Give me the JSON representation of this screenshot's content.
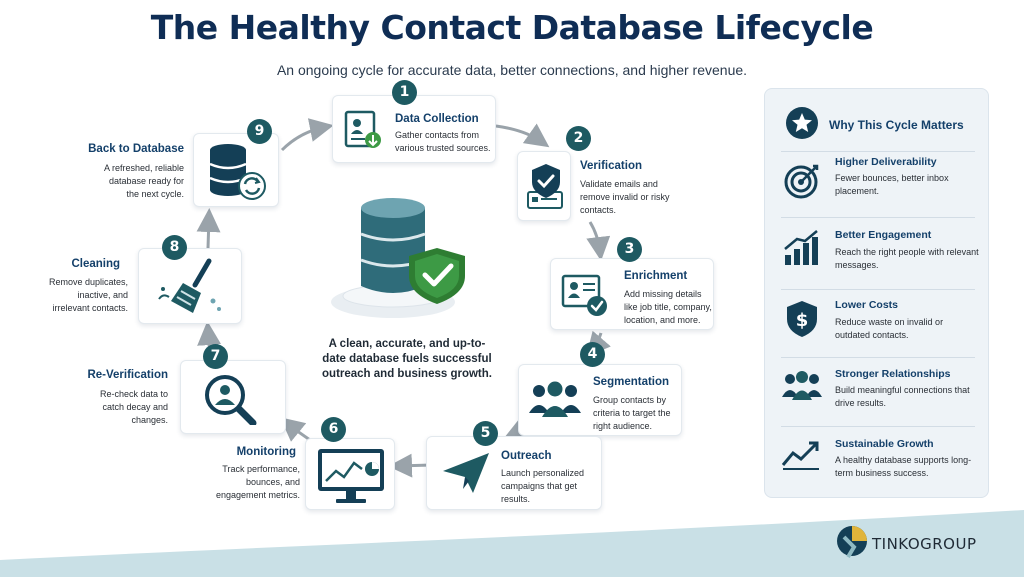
{
  "header": {
    "title": "The Healthy Contact Database Lifecycle",
    "subtitle": "An ongoing cycle for accurate data, better connections, and higher revenue."
  },
  "center": {
    "text": "A clean, accurate, and up-to-date database fuels successful outreach and business growth."
  },
  "steps": [
    {
      "number": "1",
      "title": "Data Collection",
      "description": "Gather contacts from various trusted sources.",
      "icon": "contact-card-download-icon"
    },
    {
      "number": "2",
      "title": "Verification",
      "description": "Validate emails and remove invalid or risky contacts.",
      "icon": "shield-check-icon"
    },
    {
      "number": "3",
      "title": "Enrichment",
      "description": "Add missing details like job title, company, location, and more.",
      "icon": "profile-check-icon"
    },
    {
      "number": "4",
      "title": "Segmentation",
      "description": "Group contacts by criteria to target the right audience.",
      "icon": "people-group-icon"
    },
    {
      "number": "5",
      "title": "Outreach",
      "description": "Launch personalized campaigns that get results.",
      "icon": "paper-plane-icon"
    },
    {
      "number": "6",
      "title": "Monitoring",
      "description": "Track performance, bounces, and engagement metrics.",
      "icon": "monitor-chart-icon"
    },
    {
      "number": "7",
      "title": "Re-Verification",
      "description": "Re-check data to catch decay and changes.",
      "icon": "magnifier-user-icon"
    },
    {
      "number": "8",
      "title": "Cleaning",
      "description": "Remove duplicates, inactive, and irrelevant contacts.",
      "icon": "broom-icon"
    },
    {
      "number": "9",
      "title": "Back to Database",
      "description": "A refreshed, reliable database ready for the next cycle.",
      "icon": "database-refresh-icon"
    }
  ],
  "panel": {
    "title": "Why This Cycle Matters",
    "items": [
      {
        "title": "Higher Deliverability",
        "description": "Fewer bounces, better inbox placement.",
        "icon": "target-icon"
      },
      {
        "title": "Better Engagement",
        "description": "Reach the right people with relevant messages.",
        "icon": "bar-growth-icon"
      },
      {
        "title": "Lower Costs",
        "description": "Reduce waste on invalid or outdated contacts.",
        "icon": "dollar-shield-icon"
      },
      {
        "title": "Stronger Relationships",
        "description": "Build meaningful connections that drive results.",
        "icon": "people-icon"
      },
      {
        "title": "Sustainable Growth",
        "description": "A healthy database supports long-term business success.",
        "icon": "trend-up-icon"
      }
    ]
  },
  "brand": {
    "name": "TINKOGROUP",
    "icon": "tinkogroup-logo-icon"
  },
  "colors": {
    "primary": "#1e5a62",
    "navy": "#0f2d55",
    "accent": "#2e7d32",
    "band": "#c9e0e6"
  }
}
